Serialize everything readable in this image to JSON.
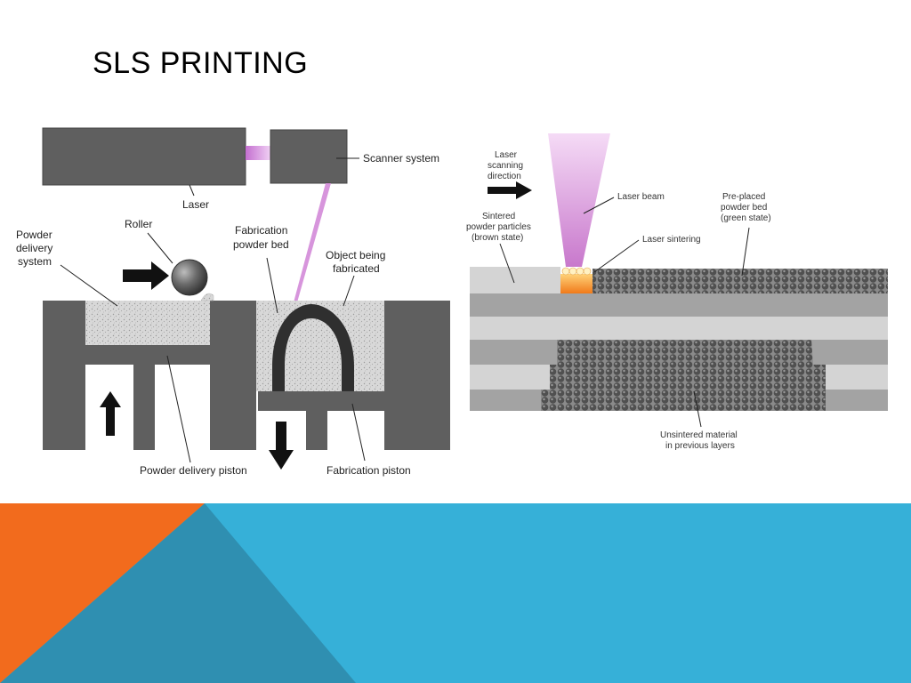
{
  "slide": {
    "title": "SLS PRINTING"
  },
  "left_diagram": {
    "labels": {
      "scanner_system": "Scanner system",
      "laser": "Laser",
      "roller": "Roller",
      "fabrication_powder_bed_1": "Fabrication",
      "fabrication_powder_bed_2": "powder bed",
      "powder_delivery_system_1": "Powder",
      "powder_delivery_system_2": "delivery",
      "powder_delivery_system_3": "system",
      "object_being_fabricated_1": "Object being",
      "object_being_fabricated_2": "fabricated",
      "powder_delivery_piston": "Powder delivery piston",
      "fabrication_piston": "Fabrication piston"
    }
  },
  "right_diagram": {
    "labels": {
      "laser_scanning_direction_1": "Laser",
      "laser_scanning_direction_2": "scanning",
      "laser_scanning_direction_3": "direction",
      "laser_beam": "Laser beam",
      "pre_placed_powder_bed_1": "Pre-placed",
      "pre_placed_powder_bed_2": "powder bed",
      "pre_placed_powder_bed_3": "(green state)",
      "sintered_particles_1": "Sintered",
      "sintered_particles_2": "powder particles",
      "sintered_particles_3": "(brown state)",
      "laser_sintering": "Laser sintering",
      "unsintered_material_1": "Unsintered material",
      "unsintered_material_2": "in previous layers"
    }
  },
  "colors": {
    "machine_gray": "#5f5f5f",
    "powder_gray": "#cfcfcf",
    "laser_pink": "#d38ad8",
    "accent_orange": "#f26b1d",
    "accent_blue": "#36b0d8",
    "accent_teal": "#2f8fb1"
  }
}
